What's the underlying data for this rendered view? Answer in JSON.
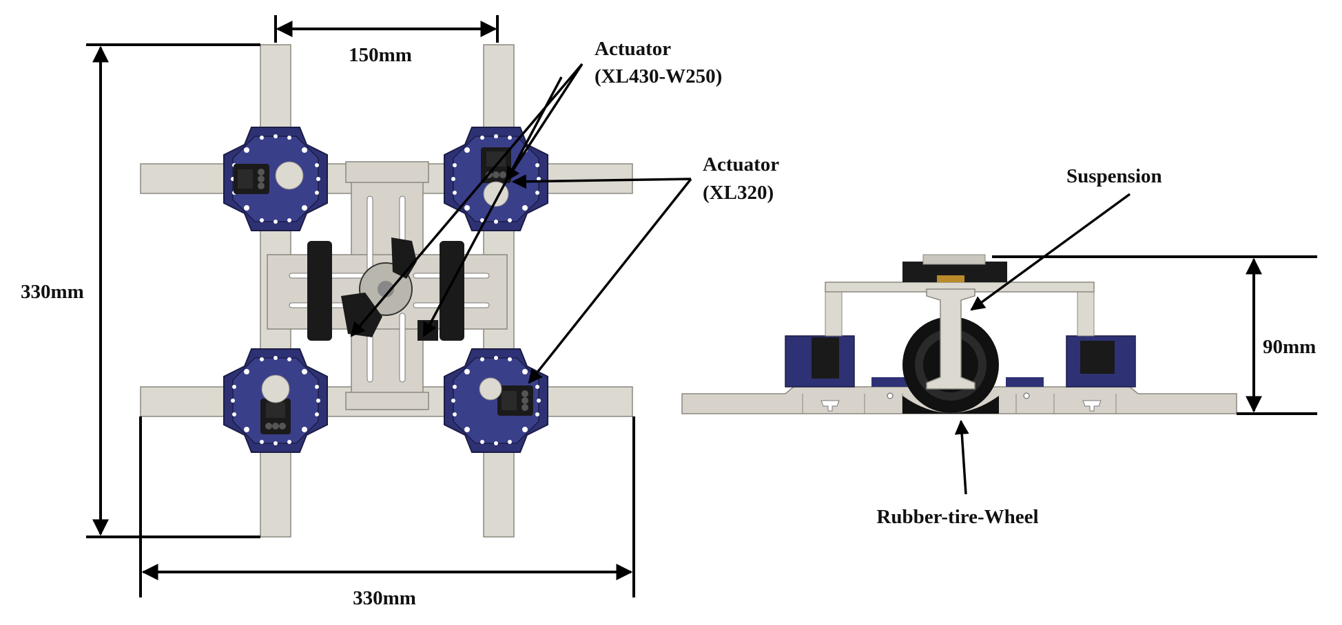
{
  "annotations": {
    "actuator_xl430": {
      "line1": "Actuator",
      "line2": "(XL430-W250)"
    },
    "actuator_xl320": {
      "line1": "Actuator",
      "line2": "(XL320)"
    },
    "suspension": "Suspension",
    "wheel": "Rubber-tire-Wheel"
  },
  "dimensions": {
    "top_width": "150mm",
    "left_height": "330mm",
    "bottom_width": "330mm",
    "side_height": "90mm"
  },
  "colors": {
    "plate": "#d7d3cb",
    "plate_edge": "#8a877f",
    "arm": "#dcd9d0",
    "bracket_navy": "#2e3274",
    "bracket_dark": "#1e2152",
    "servo": "#1a1a1a",
    "line": "#000000"
  }
}
